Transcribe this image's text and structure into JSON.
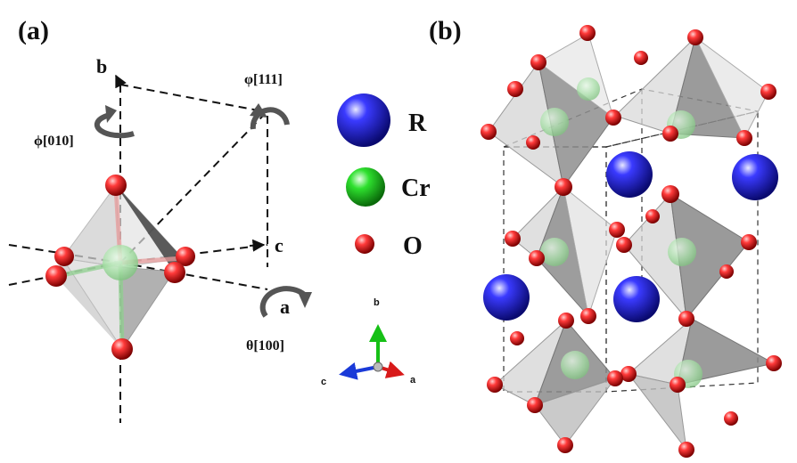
{
  "panel_a": {
    "label": "(a)",
    "axes": {
      "b": "b",
      "c": "c",
      "a": "a"
    },
    "rotations": {
      "phi_010": "ϕ[010]",
      "phi_111": "φ[111]",
      "theta_100": "θ[100]"
    }
  },
  "panel_b": {
    "label": "(b)"
  },
  "legend": [
    {
      "symbol": "R",
      "color": "#2a2adf"
    },
    {
      "symbol": "Cr",
      "color": "#2ecc2e"
    },
    {
      "symbol": "O",
      "color": "#e01818"
    }
  ],
  "triad": {
    "b": "b",
    "c": "c",
    "a": "a"
  },
  "colors": {
    "oxygen": "#e01818",
    "chromium": "#2ecc2e",
    "rare_earth": "#2a2adf",
    "octahedron": "#9a9a9a"
  }
}
